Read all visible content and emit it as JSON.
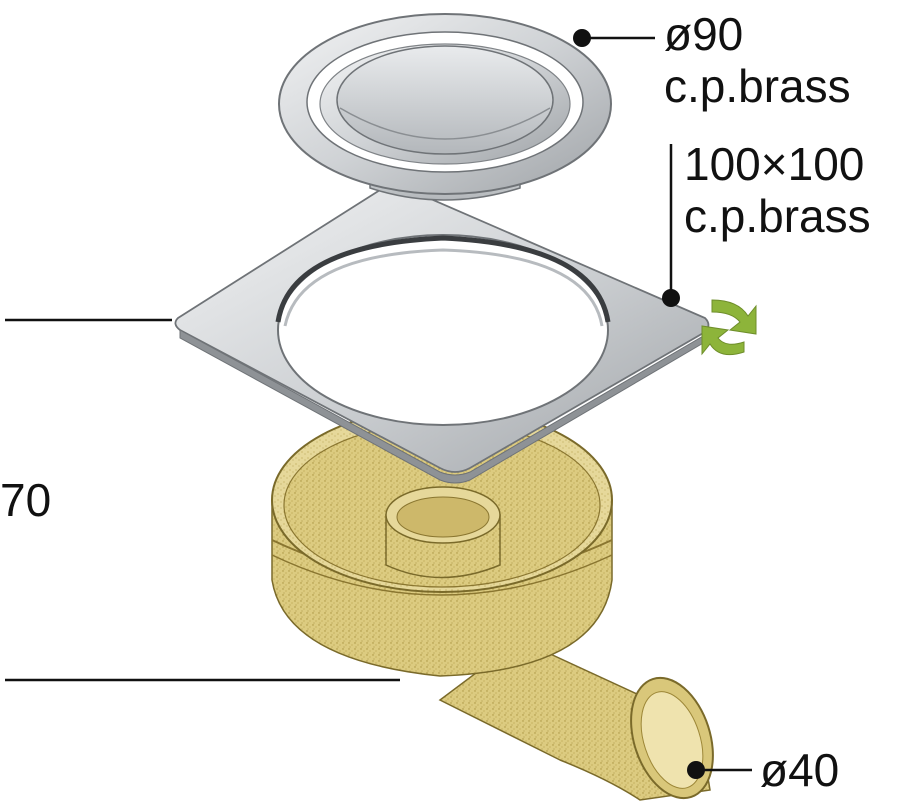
{
  "labels": {
    "grate_diameter": "ø90",
    "grate_material": "c.p.brass",
    "frame_size": "100×100",
    "frame_material": "c.p.brass",
    "height": "70",
    "outlet_diameter": "ø40"
  },
  "icons": {
    "rotate": "rotate-arrows-icon"
  },
  "colors": {
    "body_brass": "#d9c77a",
    "body_brass_dark": "#a8923e",
    "chrome": "#d4d6d8",
    "chrome_dark": "#9a9ea2",
    "rotate_arrow": "#8db43a",
    "leader": "#111111"
  }
}
